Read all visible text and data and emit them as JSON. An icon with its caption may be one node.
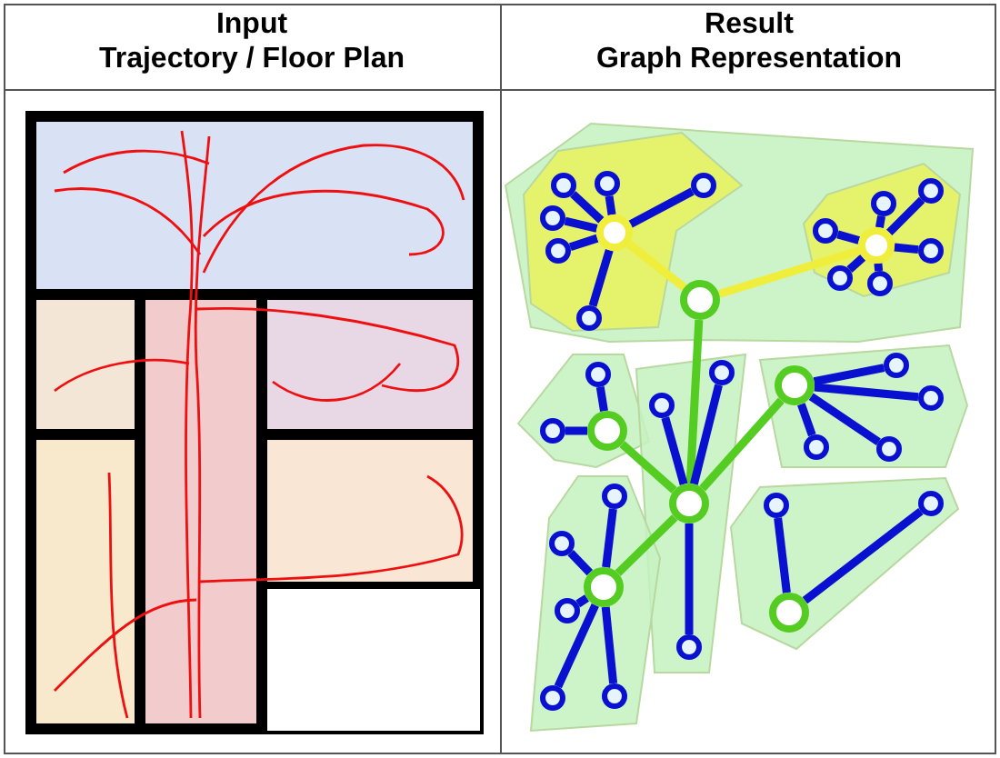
{
  "diagram": {
    "nodes": [
      {
        "text": [],
        "shape": "polygon"
      },
      {
        "text": [],
        "shape": "polygon",
        "in": 0
      },
      {
        "text": [],
        "shape": "polygon",
        "in": 0
      },
      {
        "text": [],
        "shape": "polygon"
      },
      {
        "text": [],
        "shape": "polygon"
      },
      {
        "text": [],
        "shape": "polygon"
      },
      {
        "text": [],
        "shape": "polygon"
      },
      {
        "text": [],
        "shape": "polygon"
      },
      {
        "text": [],
        "shape": "circle",
        "in": 1
      },
      {
        "text": [],
        "shape": "circle",
        "in": 1
      },
      {
        "text": [],
        "shape": "circle",
        "in": 1
      },
      {
        "text": [],
        "shape": "circle",
        "in": 2
      },
      {
        "text": [],
        "shape": "circle",
        "in": 2
      },
      {
        "text": [],
        "shape": "circle",
        "in": 1
      },
      {
        "text": [],
        "shape": "circle",
        "in": 2
      },
      {
        "text": [],
        "shape": "circle",
        "in": 1
      },
      {
        "text": [],
        "shape": "circle",
        "in": 2
      },
      {
        "text": [],
        "shape": "circle",
        "in": 2
      },
      {
        "text": [],
        "shape": "circle",
        "in": 1
      },
      {
        "text": [],
        "shape": "circle",
        "in": 2
      },
      {
        "text": [],
        "shape": "circle",
        "in": 2
      },
      {
        "text": [],
        "shape": "circle",
        "in": 0
      },
      {
        "text": [],
        "shape": "circle",
        "in": 1
      },
      {
        "text": [],
        "shape": "circle",
        "in": 5
      },
      {
        "text": [],
        "shape": "circle",
        "in": 4
      },
      {
        "text": [],
        "shape": "circle",
        "in": 3
      },
      {
        "text": [],
        "shape": "circle",
        "in": 5
      },
      {
        "text": [],
        "shape": "circle",
        "in": 5
      },
      {
        "text": [],
        "shape": "circle",
        "in": 4
      },
      {
        "text": [],
        "shape": "circle",
        "in": 3
      },
      {
        "text": [],
        "shape": "circle",
        "in": 3
      },
      {
        "text": [],
        "shape": "circle",
        "in": 5
      },
      {
        "text": [],
        "shape": "circle",
        "in": 5
      },
      {
        "text": [],
        "shape": "circle",
        "in": 6
      },
      {
        "text": [],
        "shape": "circle",
        "in": 7
      },
      {
        "text": [],
        "shape": "circle",
        "in": 4
      },
      {
        "text": [],
        "shape": "circle",
        "in": 7
      },
      {
        "text": [],
        "shape": "circle",
        "in": 6
      },
      {
        "text": [],
        "shape": "circle",
        "in": 6
      },
      {
        "text": [],
        "shape": "circle",
        "in": 6
      },
      {
        "text": [],
        "shape": "circle",
        "in": 7
      },
      {
        "text": [],
        "shape": "circle",
        "in": 4
      },
      {
        "text": [],
        "shape": "circle",
        "in": 6
      },
      {
        "text": [],
        "shape": "circle",
        "in": 6
      }
    ],
    "edges": [
      {
        "from": 15,
        "to": 8,
        "arrow": "none"
      },
      {
        "from": 15,
        "to": 9,
        "arrow": "none"
      },
      {
        "from": 15,
        "to": 10,
        "arrow": "none"
      },
      {
        "from": 15,
        "to": 13,
        "arrow": "none"
      },
      {
        "from": 15,
        "to": 18,
        "arrow": "none"
      },
      {
        "from": 15,
        "to": 22,
        "arrow": "none"
      },
      {
        "from": 16,
        "to": 11,
        "arrow": "none"
      },
      {
        "from": 16,
        "to": 12,
        "arrow": "none"
      },
      {
        "from": 16,
        "to": 14,
        "arrow": "none"
      },
      {
        "from": 16,
        "to": 17,
        "arrow": "none"
      },
      {
        "from": 16,
        "to": 19,
        "arrow": "none"
      },
      {
        "from": 16,
        "to": 20,
        "arrow": "none"
      },
      {
        "from": 21,
        "to": 15,
        "arrow": "none",
        "color": "#f0ee3c"
      },
      {
        "from": 21,
        "to": 16,
        "arrow": "none",
        "color": "#f0ee3c"
      },
      {
        "from": 21,
        "to": 35,
        "arrow": "none",
        "color": "#55cc22"
      },
      {
        "from": 29,
        "to": 25,
        "arrow": "none"
      },
      {
        "from": 29,
        "to": 30,
        "arrow": "none"
      },
      {
        "from": 35,
        "to": 29,
        "arrow": "none",
        "color": "#55cc22"
      },
      {
        "from": 35,
        "to": 28,
        "arrow": "none"
      },
      {
        "from": 35,
        "to": 24,
        "arrow": "none"
      },
      {
        "from": 35,
        "to": 41,
        "arrow": "none"
      },
      {
        "from": 26,
        "to": 23,
        "arrow": "none"
      },
      {
        "from": 26,
        "to": 27,
        "arrow": "none"
      },
      {
        "from": 26,
        "to": 31,
        "arrow": "none"
      },
      {
        "from": 26,
        "to": 32,
        "arrow": "none"
      },
      {
        "from": 35,
        "to": 26,
        "arrow": "none",
        "color": "#55cc22"
      },
      {
        "from": 38,
        "to": 33,
        "arrow": "none"
      },
      {
        "from": 38,
        "to": 37,
        "arrow": "none"
      },
      {
        "from": 38,
        "to": 39,
        "arrow": "none"
      },
      {
        "from": 38,
        "to": 43,
        "arrow": "none"
      },
      {
        "from": 38,
        "to": 42,
        "arrow": "none"
      },
      {
        "from": 35,
        "to": 38,
        "arrow": "none",
        "color": "#55cc22"
      },
      {
        "from": 40,
        "to": 36,
        "arrow": "none"
      },
      {
        "from": 40,
        "to": 34,
        "arrow": "none"
      }
    ],
    "labels": [
      "Input",
      "Trajectory / Floor Plan",
      "Result",
      "Graph Representation"
    ]
  }
}
